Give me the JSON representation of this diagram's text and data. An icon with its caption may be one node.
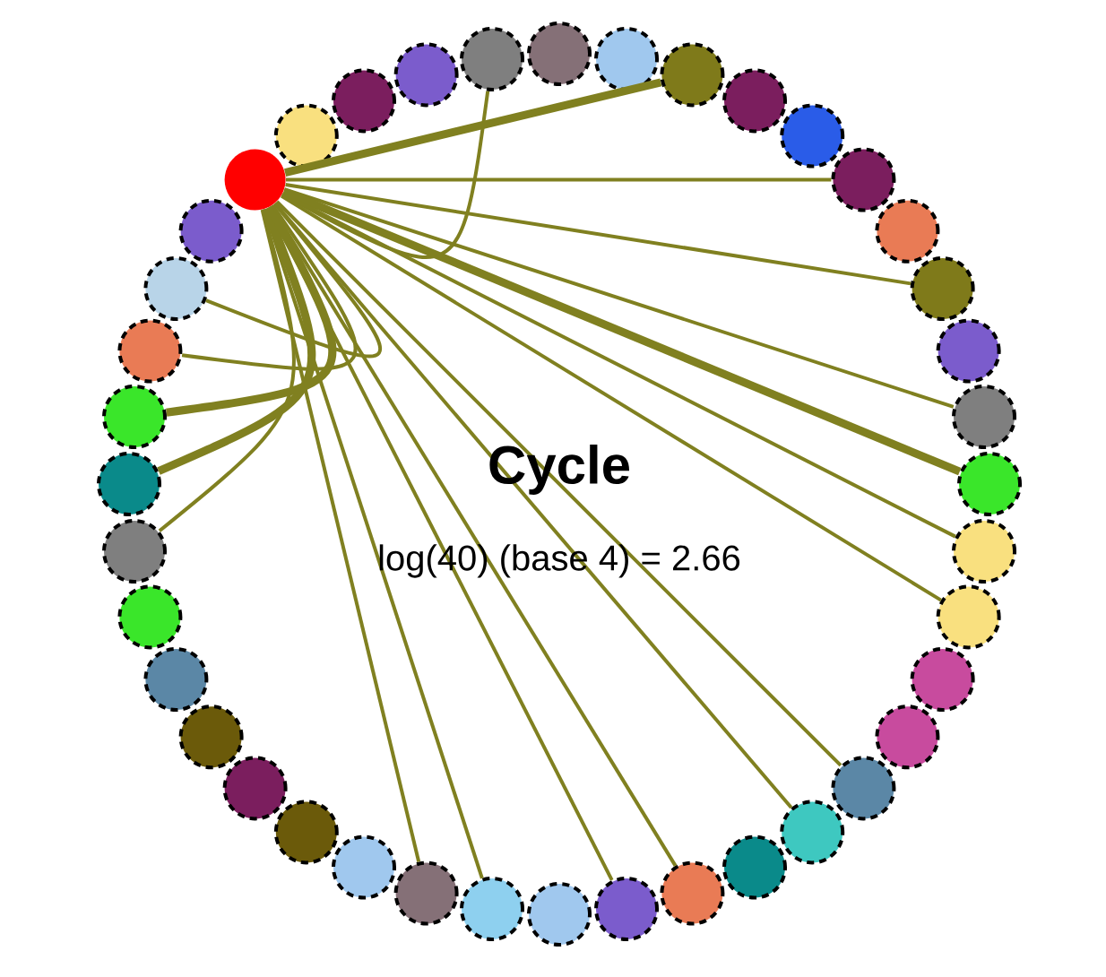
{
  "diagram": {
    "title": "Cycle",
    "nodes": [
      {
        "text": [],
        "shape": "circle"
      },
      {
        "text": [],
        "shape": "circle"
      },
      {
        "text": [],
        "shape": "circle"
      },
      {
        "text": [],
        "shape": "circle"
      },
      {
        "text": [],
        "shape": "circle"
      },
      {
        "text": [],
        "shape": "circle"
      },
      {
        "text": [],
        "shape": "circle"
      },
      {
        "text": [],
        "shape": "circle"
      },
      {
        "text": [],
        "shape": "circle"
      },
      {
        "text": [],
        "shape": "circle"
      },
      {
        "text": [],
        "shape": "circle"
      },
      {
        "text": [],
        "shape": "circle"
      },
      {
        "text": [],
        "shape": "circle"
      },
      {
        "text": [],
        "shape": "circle"
      },
      {
        "text": [],
        "shape": "circle"
      },
      {
        "text": [],
        "shape": "circle"
      },
      {
        "text": [],
        "shape": "circle"
      },
      {
        "text": [],
        "shape": "circle"
      },
      {
        "text": [],
        "shape": "circle"
      },
      {
        "text": [],
        "shape": "circle"
      },
      {
        "text": [],
        "shape": "circle"
      },
      {
        "text": [],
        "shape": "circle"
      },
      {
        "text": [],
        "shape": "circle"
      },
      {
        "text": [],
        "shape": "circle"
      },
      {
        "text": [],
        "shape": "circle"
      },
      {
        "text": [],
        "shape": "circle"
      },
      {
        "text": [],
        "shape": "circle"
      },
      {
        "text": [],
        "shape": "circle"
      },
      {
        "text": [],
        "shape": "circle"
      },
      {
        "text": [],
        "shape": "circle"
      },
      {
        "text": [],
        "shape": "circle"
      },
      {
        "text": [],
        "shape": "circle"
      },
      {
        "text": [],
        "shape": "circle"
      },
      {
        "text": [],
        "shape": "circle"
      },
      {
        "text": [],
        "shape": "circle"
      },
      {
        "text": [],
        "shape": "circle"
      },
      {
        "text": [],
        "shape": "circle"
      },
      {
        "text": [],
        "shape": "circle"
      },
      {
        "text": [],
        "shape": "circle"
      },
      {
        "text": [],
        "shape": "circle"
      }
    ],
    "edges": [
      {
        "from": 0,
        "to": 4,
        "arrow": "none"
      },
      {
        "from": 0,
        "to": 7,
        "arrow": "none",
        "style": "thick"
      },
      {
        "from": 0,
        "to": 10,
        "arrow": "none"
      },
      {
        "from": 0,
        "to": 12,
        "arrow": "none"
      },
      {
        "from": 0,
        "to": 14,
        "arrow": "none"
      },
      {
        "from": 0,
        "to": 15,
        "arrow": "none",
        "style": "thick"
      },
      {
        "from": 0,
        "to": 16,
        "arrow": "none"
      },
      {
        "from": 0,
        "to": 17,
        "arrow": "none"
      },
      {
        "from": 0,
        "to": 20,
        "arrow": "none"
      },
      {
        "from": 0,
        "to": 21,
        "arrow": "none"
      },
      {
        "from": 0,
        "to": 23,
        "arrow": "none"
      },
      {
        "from": 0,
        "to": 24,
        "arrow": "none"
      },
      {
        "from": 0,
        "to": 26,
        "arrow": "none"
      },
      {
        "from": 0,
        "to": 27,
        "arrow": "none"
      },
      {
        "from": 0,
        "to": 34,
        "arrow": "none"
      },
      {
        "from": 0,
        "to": 35,
        "arrow": "none",
        "style": "thick"
      },
      {
        "from": 0,
        "to": 36,
        "arrow": "none",
        "style": "thick"
      },
      {
        "from": 0,
        "to": 37,
        "arrow": "none"
      },
      {
        "from": 0,
        "to": 38,
        "arrow": "none"
      }
    ],
    "labels": [
      "log(40) (base 4) = 2.66"
    ]
  }
}
